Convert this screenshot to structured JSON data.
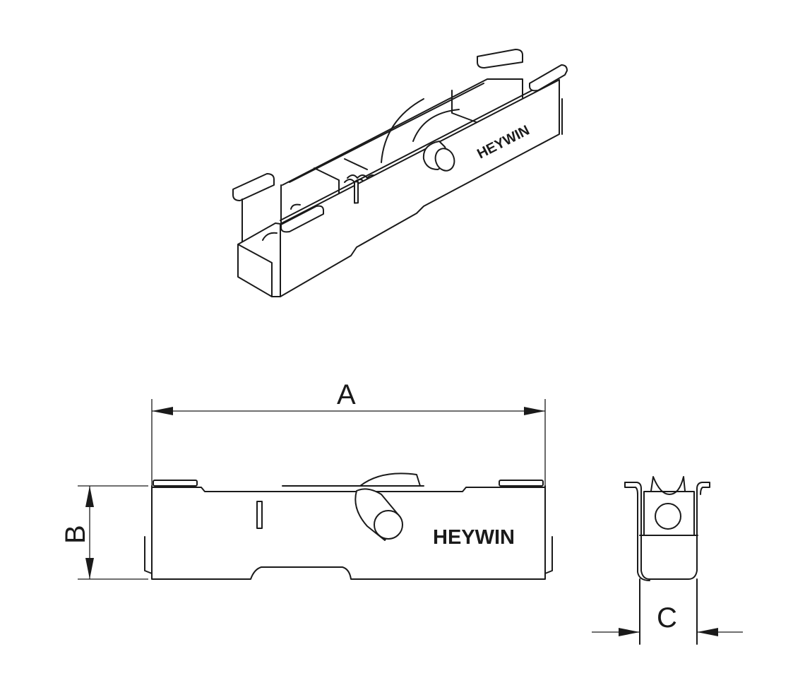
{
  "drawing": {
    "brand": "HEYWIN",
    "dimensions": {
      "length_label": "A",
      "height_label": "B",
      "width_label": "C"
    },
    "views": [
      "isometric",
      "front",
      "side"
    ]
  }
}
